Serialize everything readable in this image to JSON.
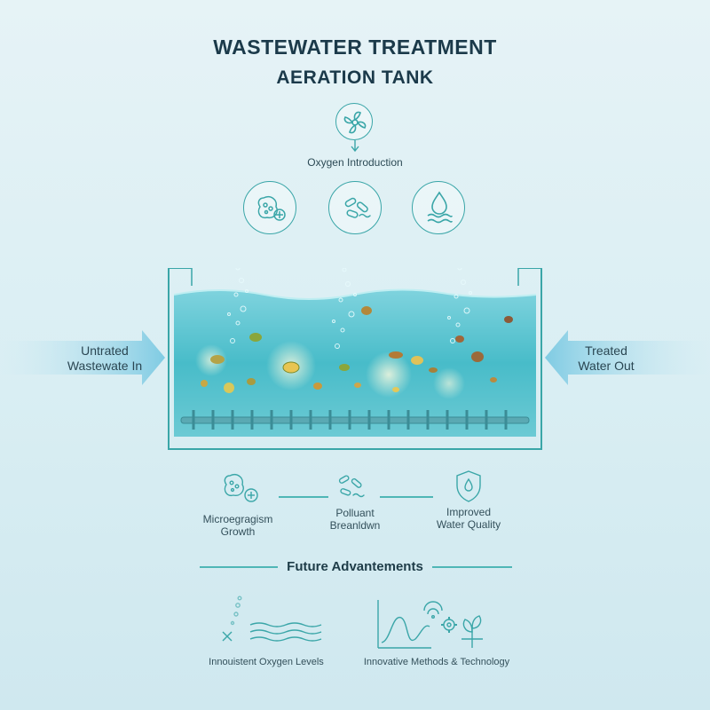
{
  "title": {
    "line1": "WASTEWATER TREATMENT",
    "line2": "AERATION TANK"
  },
  "oxygen": {
    "label": "Oxygen Introduction",
    "icon": "fan-icon"
  },
  "top_icons": [
    {
      "name": "microorganism-icon"
    },
    {
      "name": "bacteria-icon"
    },
    {
      "name": "water-drop-icon"
    }
  ],
  "inflow": {
    "line1": "Untrated",
    "line2": "Wastewate In"
  },
  "outflow": {
    "line1": "Treated",
    "line2": "Water Out"
  },
  "steps": [
    {
      "line1": "Microegragism",
      "line2": "Growth",
      "icon": "microorganism-icon"
    },
    {
      "line1": "Polluant",
      "line2": "Breanldwn",
      "icon": "bacteria-icon"
    },
    {
      "line1": "Improved",
      "line2": "Water Quality",
      "icon": "shield-drop-icon"
    }
  ],
  "future": {
    "title": "Future Advantements",
    "items": [
      {
        "label": "Innouistent Oxygen Levels",
        "icon": "oxygen-waves-icon"
      },
      {
        "label": "Innovative Methods & Technology",
        "icon": "tech-graph-icon"
      }
    ]
  },
  "colors": {
    "accent": "#3aa6a8",
    "water": "#4fc3cf",
    "arrow": "#7fcbe3"
  }
}
